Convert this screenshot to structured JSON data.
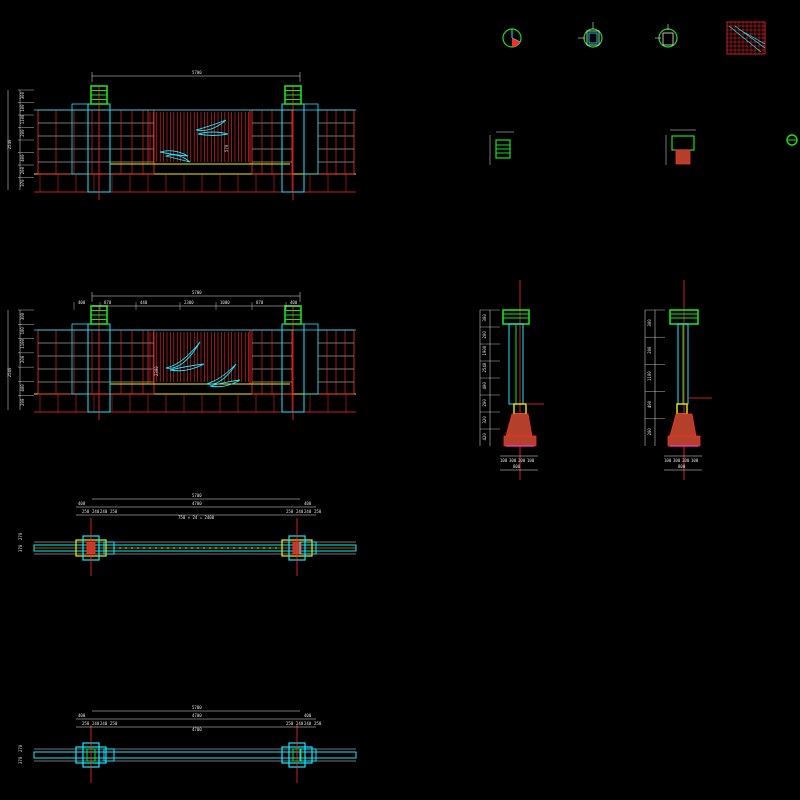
{
  "drawing": {
    "elevation_top": {
      "overall_dim": "5700",
      "left_dims": [
        "300",
        "100",
        "1100",
        "200",
        "2540",
        "400",
        "200",
        "370"
      ],
      "center_label": "570"
    },
    "elevation_second": {
      "overall_dim": "5700",
      "top_dims": [
        "400",
        "870",
        "440",
        "2300",
        "1000",
        "870",
        "400"
      ],
      "left_dims": [
        "300",
        "100",
        "1100",
        "200",
        "2540",
        "400",
        "200"
      ],
      "center_label": "2300"
    },
    "plan_upper": {
      "overall_dim": "5700",
      "sub_dims": [
        "400",
        "4700",
        "400"
      ],
      "mid_dims": [
        "250",
        "240",
        "240",
        "250",
        "250",
        "240",
        "240",
        "250"
      ],
      "span_label": "750 × 24 = 2400",
      "side_dims": [
        "370",
        "270"
      ]
    },
    "plan_lower": {
      "overall_dim": "5700",
      "sub_dims": [
        "400",
        "4700",
        "400"
      ],
      "mid_dims": [
        "250",
        "240",
        "240",
        "250",
        "250",
        "240",
        "240",
        "250"
      ],
      "span_label": "4700",
      "side_dims": [
        "370",
        "270"
      ]
    },
    "section_left": {
      "vertical_dims": [
        "300",
        "200",
        "1900",
        "2540",
        "400",
        "200",
        "320",
        "420"
      ],
      "bottom_dims": [
        "100",
        "300",
        "200",
        "100"
      ],
      "bottom_total": "800"
    },
    "section_right": {
      "vertical_dims": [
        "300",
        "200",
        "1100",
        "400",
        "200"
      ],
      "bottom_dims": [
        "100",
        "300",
        "200",
        "100"
      ],
      "bottom_total": "800"
    },
    "colors": {
      "red": "#ff2a2a",
      "cyan": "#19e6ff",
      "green": "#19e019",
      "yellow": "#f0f000",
      "white": "#e6e6e6",
      "brick": "#b3402a",
      "magenta": "#ff3ad8"
    }
  }
}
